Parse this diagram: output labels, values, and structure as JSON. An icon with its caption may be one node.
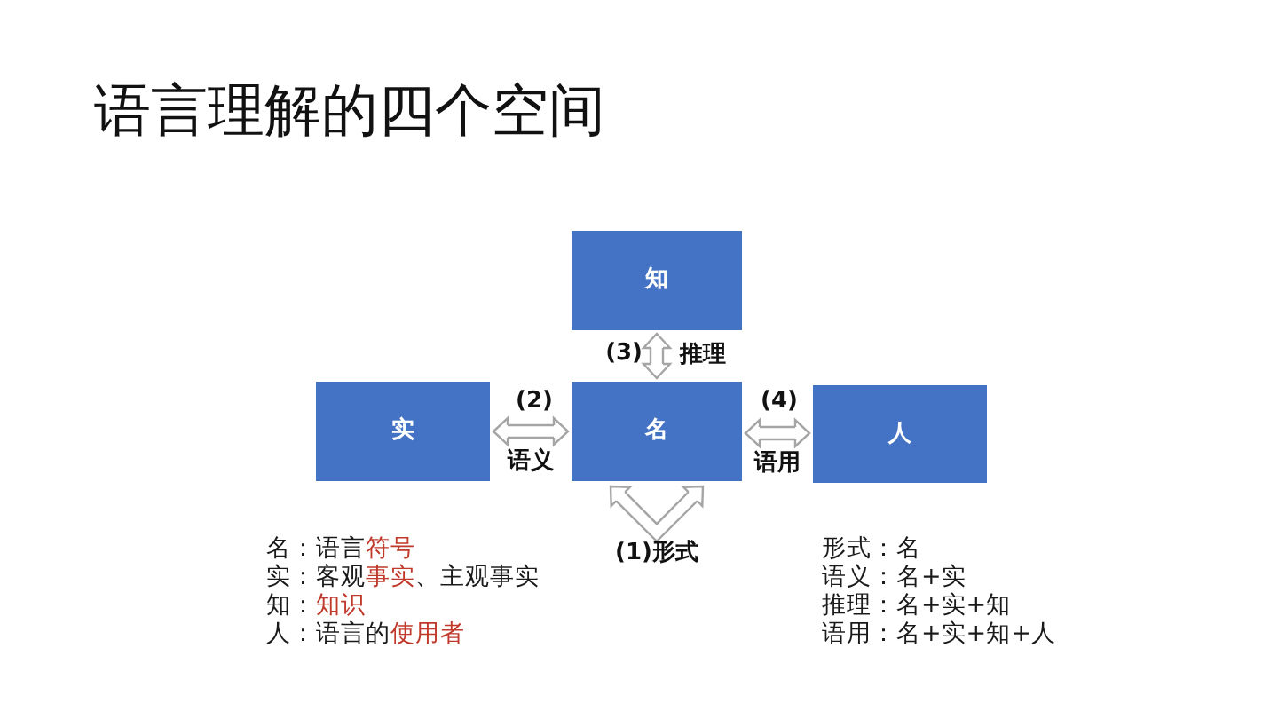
{
  "diagram": {
    "title": "语言理解的四个空间",
    "nodes": [
      {
        "text": [
          "知"
        ]
      },
      {
        "text": [
          "实"
        ]
      },
      {
        "text": [
          "名"
        ]
      },
      {
        "text": [
          "人"
        ]
      }
    ],
    "edges": [
      {
        "from": 2,
        "to": 0,
        "arrow": "both",
        "label": "推理"
      },
      {
        "from": 1,
        "to": 2,
        "arrow": "both",
        "label": "语义"
      },
      {
        "from": 2,
        "to": 3,
        "arrow": "both",
        "label": "语用"
      },
      {
        "from": 2,
        "to": 2,
        "arrow": "both",
        "label": "(1)形式"
      }
    ],
    "labels": [
      "(3)",
      "(2)",
      "(4)",
      "名：语言**符号**",
      "实：客观**事实**、主观事实",
      "知：**知识**",
      "人：语言的**使用者**",
      "形式：名",
      "语义：名+实",
      "推理：名+实+知",
      "语用：名+实+知+人"
    ]
  }
}
